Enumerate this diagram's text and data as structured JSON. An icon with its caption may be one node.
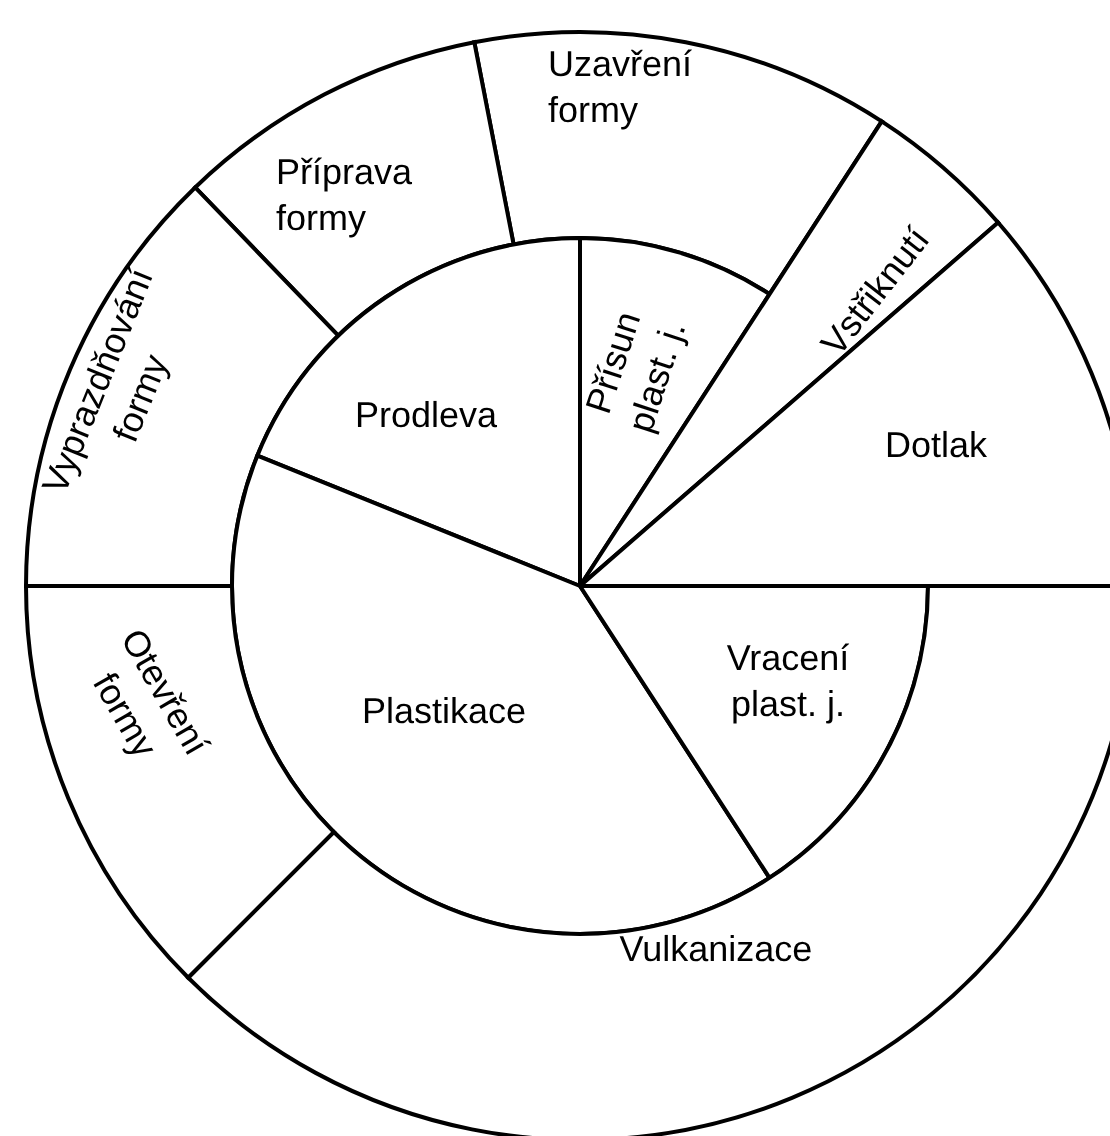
{
  "diagram": {
    "nodes": [
      {
        "text": [
          "Uzavření formy"
        ]
      },
      {
        "text": [
          "Příprava formy"
        ]
      },
      {
        "text": [
          "Přísun plast. j."
        ]
      },
      {
        "text": [
          "Vyprazdňování formy"
        ]
      },
      {
        "text": [
          "Vstřiknutí"
        ]
      },
      {
        "text": [
          "Prodleva"
        ]
      },
      {
        "text": [
          "Dotlak"
        ]
      },
      {
        "text": [
          "Plastikace"
        ]
      },
      {
        "text": [
          "Otevření formy"
        ]
      },
      {
        "text": [
          "Vracení plast. j."
        ]
      },
      {
        "text": [
          "Vulkanizace"
        ]
      }
    ]
  }
}
